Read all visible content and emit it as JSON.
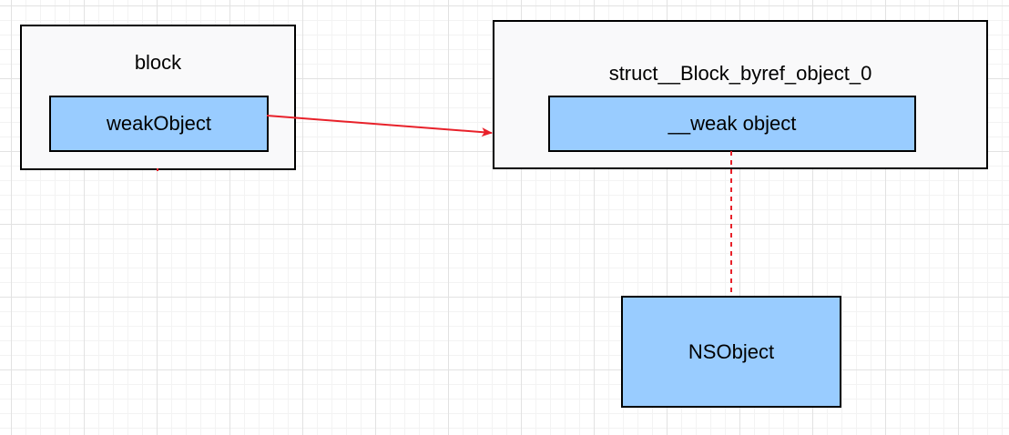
{
  "block": {
    "title": "block",
    "field": "weakObject"
  },
  "struct": {
    "title": "struct__Block_byref_object_0",
    "field": "__weak object"
  },
  "nsobject": {
    "label": "NSObject"
  },
  "colors": {
    "field_fill": "#99ccff",
    "container_fill": "#f9f9fa",
    "arrow": "#e8212a"
  }
}
